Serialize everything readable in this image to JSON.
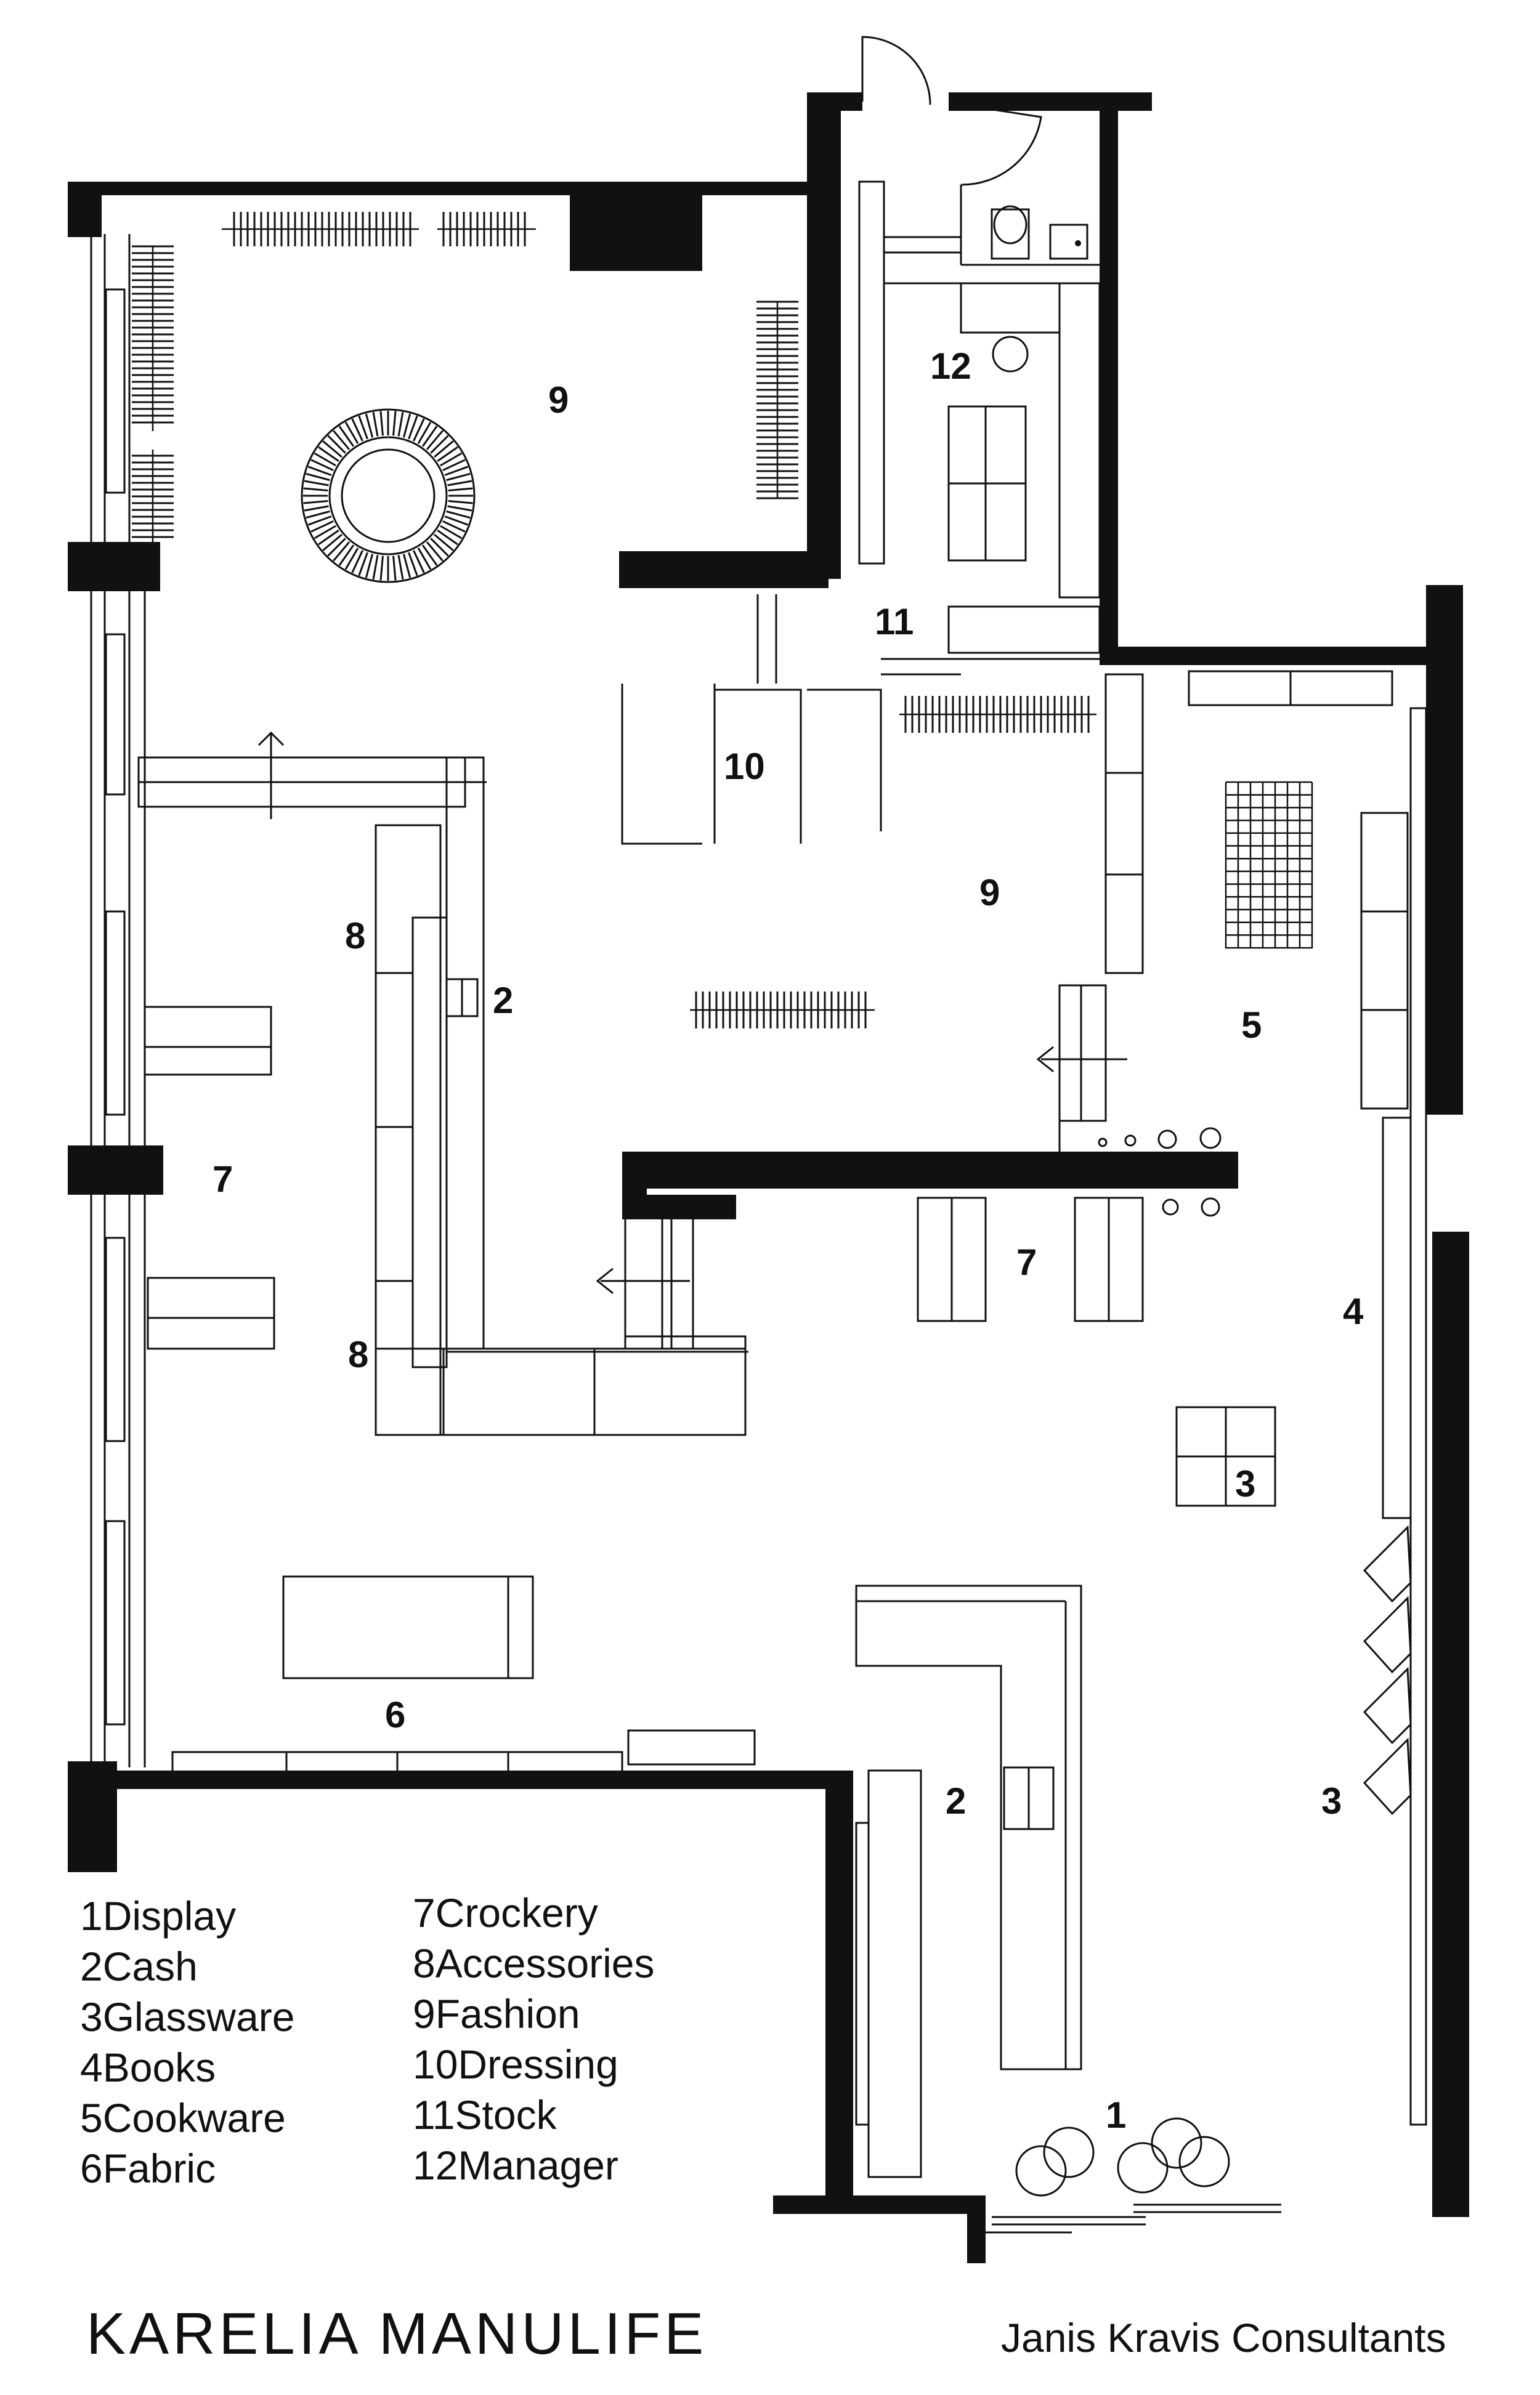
{
  "title": "KARELIA  MANULIFE",
  "credit": "Janis Kravis Consultants",
  "legend_left": [
    {
      "num": "1",
      "label": "Display"
    },
    {
      "num": "2",
      "label": "Cash"
    },
    {
      "num": "3",
      "label": "Glassware"
    },
    {
      "num": "4",
      "label": "Books"
    },
    {
      "num": "5",
      "label": "Cookware"
    },
    {
      "num": "6",
      "label": "Fabric"
    }
  ],
  "legend_right": [
    {
      "num": "7",
      "label": "Crockery"
    },
    {
      "num": "8",
      "label": "Accessories"
    },
    {
      "num": "9",
      "label": "Fashion"
    },
    {
      "num": "10",
      "label": "Dressing"
    },
    {
      "num": "11",
      "label": "Stock"
    },
    {
      "num": "12",
      "label": "Manager"
    }
  ],
  "zones": {
    "fashion_top": "9",
    "manager": "12",
    "stock": "11",
    "dressing": "10",
    "fashion_mid": "9",
    "accessories_top": "8",
    "cash_top": "2",
    "crockery_left": "7",
    "accessories_bottom": "8",
    "cookware": "5",
    "crockery_mid": "7",
    "books": "4",
    "glassware_island": "3",
    "fabric": "6",
    "cash_bottom": "2",
    "glassware_wall": "3",
    "display": "1"
  }
}
